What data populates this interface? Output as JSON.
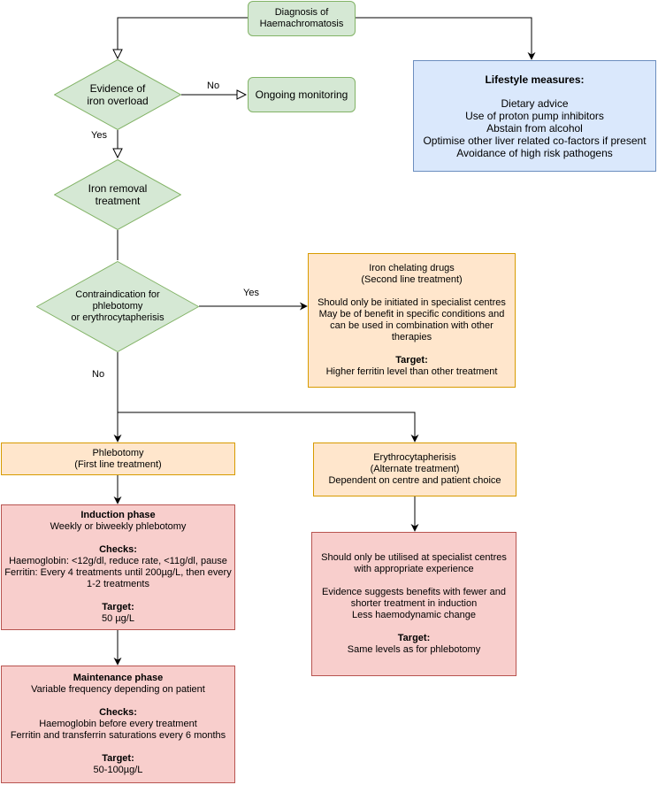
{
  "diagnosis": [
    "Diagnosis of",
    "Haemachromatosis"
  ],
  "lifestyle": {
    "title": "Lifestyle measures:",
    "items": [
      "Dietary advice",
      "Use of proton pump inhibitors",
      "Abstain from alcohol",
      "Optimise other liver related co-factors if present",
      "Avoidance of high risk pathogens"
    ]
  },
  "evidence": [
    "Evidence of",
    "iron overload"
  ],
  "ongoing": "Ongoing monitoring",
  "iron_removal": [
    "Iron removal",
    "treatment"
  ],
  "contraindication": [
    "Contraindication for",
    "phlebotomy",
    "or erythrocytapherisis"
  ],
  "edge_labels": {
    "no1": "No",
    "yes1": "Yes",
    "yes2": "Yes",
    "no2": "No"
  },
  "chelating": {
    "lines1": [
      "Iron chelating drugs",
      "(Second line treatment)"
    ],
    "lines2": [
      "Should only be initiated in specialist centres",
      "May be of benefit in specific conditions and",
      "can be used in combination with other",
      "therapies"
    ],
    "target_title": "Target:",
    "target": "Higher ferritin level than other treatment"
  },
  "phlebotomy": [
    "Phlebotomy",
    "(First line treatment)"
  ],
  "erythro": [
    "Erythrocytapherisis",
    "(Alternate treatment)",
    "Dependent on centre and patient choice"
  ],
  "induction": {
    "title": "Induction phase",
    "subtitle": "Weekly or biweekly phlebotomy",
    "checks_title": "Checks:",
    "checks": [
      "Haemoglobin: <12g/dl, reduce rate, <11g/dl, pause",
      "Ferritin: Every 4 treatments until 200µg/L, then every",
      "1-2 treatments"
    ],
    "target_title": "Target:",
    "target": "50 µg/L"
  },
  "erythro_detail": {
    "lines1": [
      "Should only be utilised at specialist centres",
      "with appropriate experience"
    ],
    "lines2": [
      "Evidence suggests benefits with fewer and",
      "shorter treatment in induction",
      "Less haemodynamic change"
    ],
    "target_title": "Target:",
    "target": "Same levels as for phlebotomy"
  },
  "maintenance": {
    "title": "Maintenance phase",
    "subtitle": "Variable frequency depending on patient",
    "checks_title": "Checks:",
    "checks": [
      "Haemoglobin before every treatment",
      "Ferritin and transferrin saturations every 6 months"
    ],
    "target_title": "Target:",
    "target": "50-100µg/L"
  }
}
